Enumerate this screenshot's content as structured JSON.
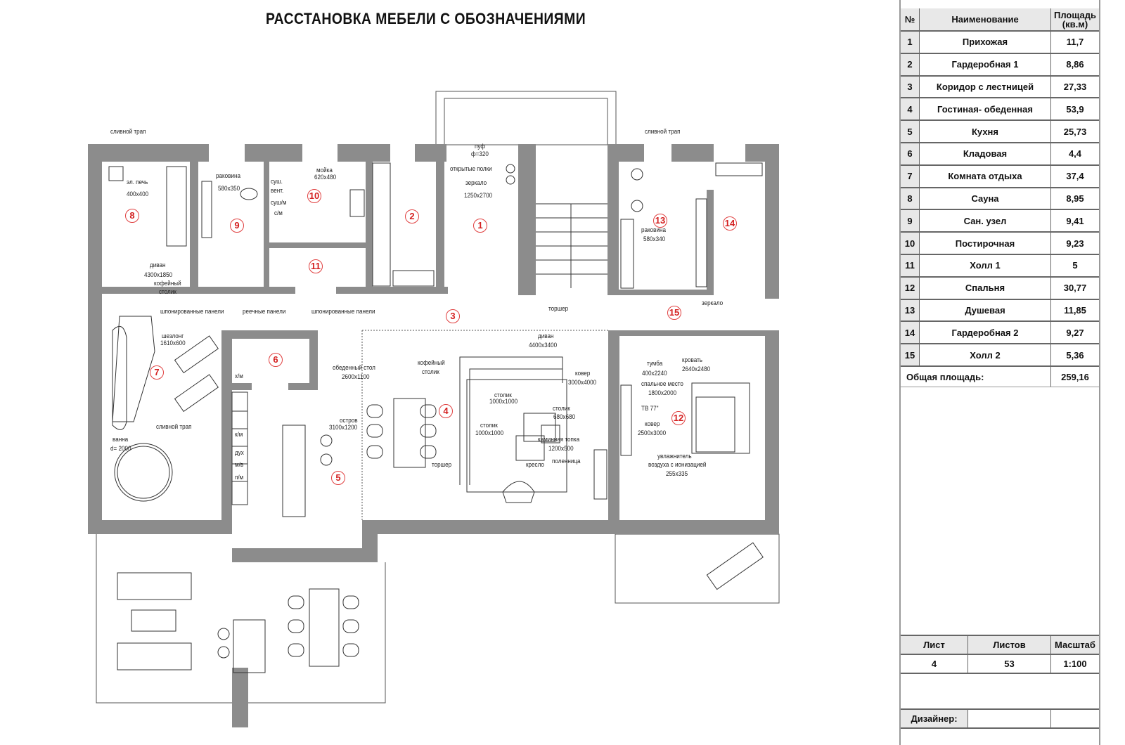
{
  "title": "РАССТАНОВКА МЕБЕЛИ С ОБОЗНАЧЕНИЯМИ",
  "colors": {
    "wall": "#8c8c8c",
    "room_number": "#d42020",
    "line": "#333333",
    "table_header_bg": "#e8e8e8"
  },
  "room_numbers": [
    "1",
    "2",
    "3",
    "4",
    "5",
    "6",
    "7",
    "8",
    "9",
    "10",
    "11",
    "12",
    "13",
    "14",
    "15"
  ],
  "annotations": [
    "сливной трап",
    "эл. печь",
    "400x400",
    "раковина",
    "580x350",
    "мойка",
    "620x480",
    "суш.",
    "вент.",
    "суш/м",
    "с/м",
    "диван",
    "4300x1850",
    "кофейный",
    "столик",
    "шпонированные панели",
    "реечные панели",
    "шпонированные панели",
    "шезлонг",
    "1610x600",
    "сливной трап",
    "ванна",
    "d= 2000",
    "пуф",
    "ф=320",
    "открытые полки",
    "зеркало",
    "1250x2700",
    "сливной трап",
    "раковина",
    "580x340",
    "торшер",
    "зеркало",
    "диван",
    "4400x3400",
    "кофейный",
    "столик",
    "обеденный стол",
    "2600x1100",
    "ковер",
    "3000x4000",
    "столик",
    "1000x1000",
    "столик",
    "680x680",
    "остров",
    "3100x1200",
    "столик",
    "1000x1000",
    "каминная топка",
    "1200x500",
    "торшер",
    "кресло",
    "поленница",
    "тумба",
    "400x2240",
    "кровать",
    "2640x2480",
    "спальное место",
    "1800x2000",
    "TB 77\"",
    "ковер",
    "2500x3000",
    "увлажнитель",
    "воздуха с ионизацией",
    "255x335",
    "х/м",
    "к/м",
    "дух",
    "м/в",
    "п/м"
  ],
  "room_table": {
    "headers": {
      "num": "№",
      "name": "Наименование",
      "area": "Площадь (кв.м)"
    },
    "rows": [
      {
        "num": "1",
        "name": "Прихожая",
        "area": "11,7"
      },
      {
        "num": "2",
        "name": "Гардеробная 1",
        "area": "8,86"
      },
      {
        "num": "3",
        "name": "Коридор с лестницей",
        "area": "27,33"
      },
      {
        "num": "4",
        "name": "Гостиная- обеденная",
        "area": "53,9"
      },
      {
        "num": "5",
        "name": "Кухня",
        "area": "25,73"
      },
      {
        "num": "6",
        "name": "Кладовая",
        "area": "4,4"
      },
      {
        "num": "7",
        "name": "Комната отдыха",
        "area": "37,4"
      },
      {
        "num": "8",
        "name": "Сауна",
        "area": "8,95"
      },
      {
        "num": "9",
        "name": "Сан. узел",
        "area": "9,41"
      },
      {
        "num": "10",
        "name": "Постирочная",
        "area": "9,23"
      },
      {
        "num": "11",
        "name": "Холл 1",
        "area": "5"
      },
      {
        "num": "12",
        "name": "Спальня",
        "area": "30,77"
      },
      {
        "num": "13",
        "name": "Душевая",
        "area": "11,85"
      },
      {
        "num": "14",
        "name": "Гардеробная 2",
        "area": "9,27"
      },
      {
        "num": "15",
        "name": "Холл 2",
        "area": "5,36"
      }
    ],
    "total_label": "Общая площадь:",
    "total_value": "259,16"
  },
  "sheet_info": {
    "sheet_label": "Лист",
    "sheets_label": "Листов",
    "scale_label": "Масштаб",
    "sheet": "4",
    "sheets": "53",
    "scale": "1:100"
  },
  "designer_label": "Дизайнер:"
}
